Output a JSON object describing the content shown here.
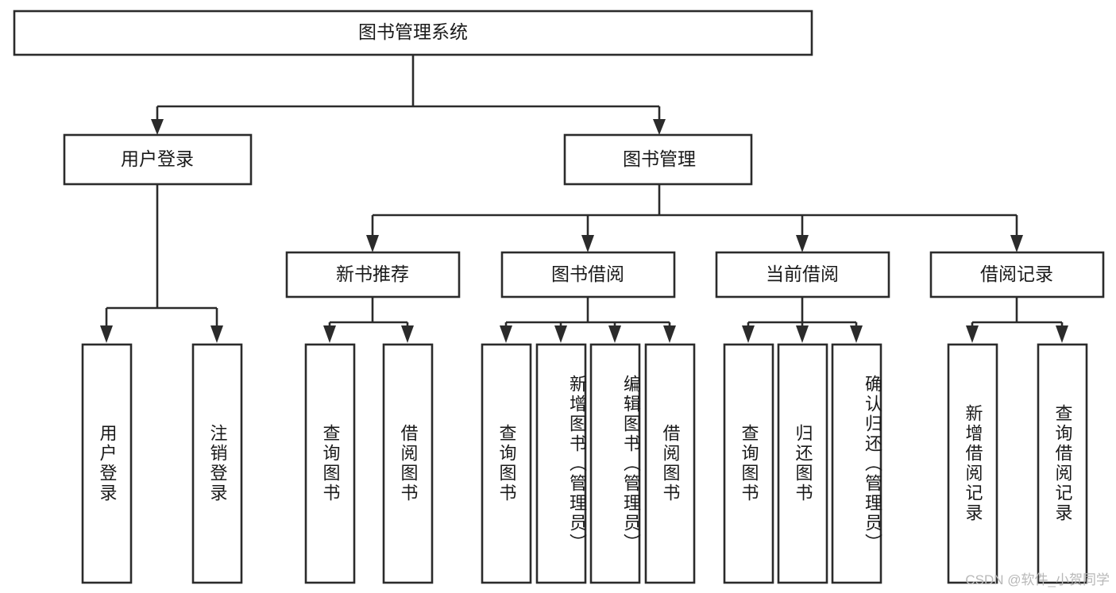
{
  "diagram": {
    "title": "图书管理系统",
    "type": "tree-hierarchy",
    "watermark": "CSDN @软件_小贺同学",
    "colors": {
      "stroke": "#2b2b2b",
      "fill": "#ffffff",
      "text": "#1a1a1a",
      "watermark": "#b8b8b8"
    },
    "root": {
      "label": "图书管理系统"
    },
    "level2": [
      {
        "label": "用户登录"
      },
      {
        "label": "图书管理"
      }
    ],
    "level3": [
      {
        "label": "新书推荐"
      },
      {
        "label": "图书借阅"
      },
      {
        "label": "当前借阅"
      },
      {
        "label": "借阅记录"
      }
    ],
    "leaves": {
      "user_login": [
        {
          "label": "用户登录"
        },
        {
          "label": "注销登录"
        }
      ],
      "new_book_recommend": [
        {
          "label": "查询图书"
        },
        {
          "label": "借阅图书"
        }
      ],
      "book_borrow": [
        {
          "label": "查询图书"
        },
        {
          "label": "新增图书（管理员）"
        },
        {
          "label": "编辑图书（管理员）"
        },
        {
          "label": "借阅图书"
        }
      ],
      "current_borrow": [
        {
          "label": "查询图书"
        },
        {
          "label": "归还图书"
        },
        {
          "label": "确认归还（管理员）"
        }
      ],
      "borrow_record": [
        {
          "label": "新增借阅记录"
        },
        {
          "label": "查询借阅记录"
        }
      ]
    }
  }
}
